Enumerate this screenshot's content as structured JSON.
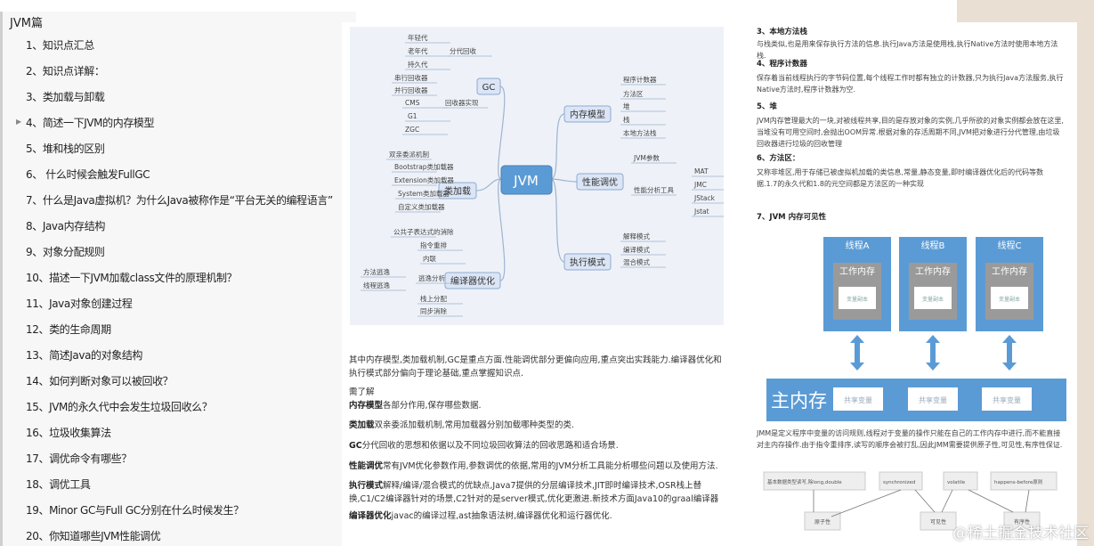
{
  "toc": {
    "title": "JVM篇",
    "items": [
      "1、知识点汇总",
      "2、知识点详解：",
      "3、类加载与卸载",
      "4、简述一下JVM的内存模型",
      "5、堆和栈的区别",
      "6、 什么时候会触发FullGC",
      "7、什么是Java虚拟机？为什么Java被称作是“平台无关的编程语言”",
      "8、Java内存结构",
      "9、对象分配规则",
      "10、描述一下JVM加载class文件的原理机制？",
      "11、Java对象创建过程",
      "12、类的生命周期",
      "13、简述Java的对象结构",
      "14、如何判断对象可以被回收？",
      "15、JVM的永久代中会发生垃圾回收么？",
      "16、垃圾收集算法",
      "17、调优命令有哪些？",
      "18、调优工具",
      "19、Minor GC与Full GC分别在什么时候发生？",
      "20、你知道哪些JVM性能调优"
    ]
  },
  "mindmap": {
    "center": "JVM",
    "branches": [
      "GC",
      "类加载",
      "编译器优化",
      "内存模型",
      "性能调优",
      "执行模式"
    ],
    "leaves": [
      "年轻代",
      "老年代",
      "持久代",
      "分代回收",
      "串行回收器",
      "并行回收器",
      "CMS",
      "G1",
      "ZGC",
      "回收器实现",
      "双亲委派机制",
      "Bootstrap类加载器",
      "Extension类加载器",
      "System类加载器",
      "自定义类加载器",
      "公共子表达式的消除",
      "指令重排",
      "内联",
      "方法逃逸",
      "线程逃逸",
      "逃逸分析",
      "栈上分配",
      "同步消除",
      "程序计数器",
      "方法区",
      "堆",
      "栈",
      "本地方法栈",
      "JVM参数",
      "性能分析工具",
      "MAT",
      "JMC",
      "JStack",
      "Jstat",
      "解释模式",
      "编译模式",
      "混合模式"
    ]
  },
  "middle": {
    "intro": "其中内存模型,类加载机制,GC是重点方面.性能调优部分更偏向应用,重点突出实践能力.编译器优化和执行模式部分偏向于理论基础,重点掌握知识点.",
    "need": "需了解",
    "points": [
      {
        "k": "内存模型",
        "v": "各部分作用,保存哪些数据."
      },
      {
        "k": "类加载",
        "v": "双亲委派加载机制,常用加载器分别加载哪种类型的类."
      },
      {
        "k": "GC",
        "v": "分代回收的思想和依据以及不同垃圾回收算法的回收思路和适合场景."
      },
      {
        "k": "性能调优",
        "v": "常有JVM优化参数作用,参数调优的依据,常用的JVM分析工具能分析哪些问题以及使用方法."
      },
      {
        "k": "执行模式",
        "v": "解释/编译/混合模式的优缺点,Java7提供的分层编译技术,JIT即时编译技术,OSR栈上替换,C1/C2编译器针对的场景,C2针对的是server模式,优化更激进.新技术方面Java10的graal编译器"
      },
      {
        "k": "编译器优化",
        "v": "javac的编译过程,ast抽象语法树,编译器优化和运行器优化."
      }
    ]
  },
  "right": {
    "sections": [
      {
        "h": "3、本地方法栈",
        "p": "与栈类似,也是用来保存执行方法的信息.执行Java方法是使用栈,执行Native方法时使用本地方法栈."
      },
      {
        "h": "4、程序计数器",
        "p": "保存着当前线程执行的字节码位置,每个线程工作时都有独立的计数器,只为执行Java方法服务,执行Native方法时,程序计数器为空."
      },
      {
        "h": "5、堆",
        "p": "JVM内存管理最大的一块,对被线程共享,目的是存放对象的实例,几乎所欲的对象实例都会放在这里,当堆没有可用空间时,会抛出OOM异常.根据对象的存活周期不同,JVM把对象进行分代管理,由垃圾回收器进行垃圾的回收管理"
      },
      {
        "h": "6、方法区：",
        "p": "又称非堆区,用于存储已被虚拟机加载的类信息,常量,静态变量,即时编译器优化后的代码等数据.1.7的永久代和1.8的元空间都是方法区的一种实现"
      }
    ],
    "h7": "7、JVM 内存可见性",
    "threads": [
      "线程A",
      "线程B",
      "线程C"
    ],
    "work_mem": "工作内存",
    "var_copy": "变量副本",
    "main_mem": "主内存",
    "shared_var": "共享变量",
    "jmm_text": "JMM是定义程序中变量的访问规则,线程对于变量的操作只能在自己的工作内存中进行,而不能直接对主内存操作.由于指令重排序,读写的顺序会被打乱,因此JMM需要提供原子性,可见性,有序性保证.",
    "sources": [
      "基本数据类型读写,除long,double",
      "synchronized",
      "volatile",
      "happens-before原则"
    ],
    "props": [
      "原子性",
      "可见性",
      "有序性"
    ]
  },
  "watermark": "@稀土掘金技术社区",
  "colors": {
    "blue": "#5b9bd5",
    "mmNode": "#dbe5f5",
    "mmCenter": "#5b9bd5"
  }
}
